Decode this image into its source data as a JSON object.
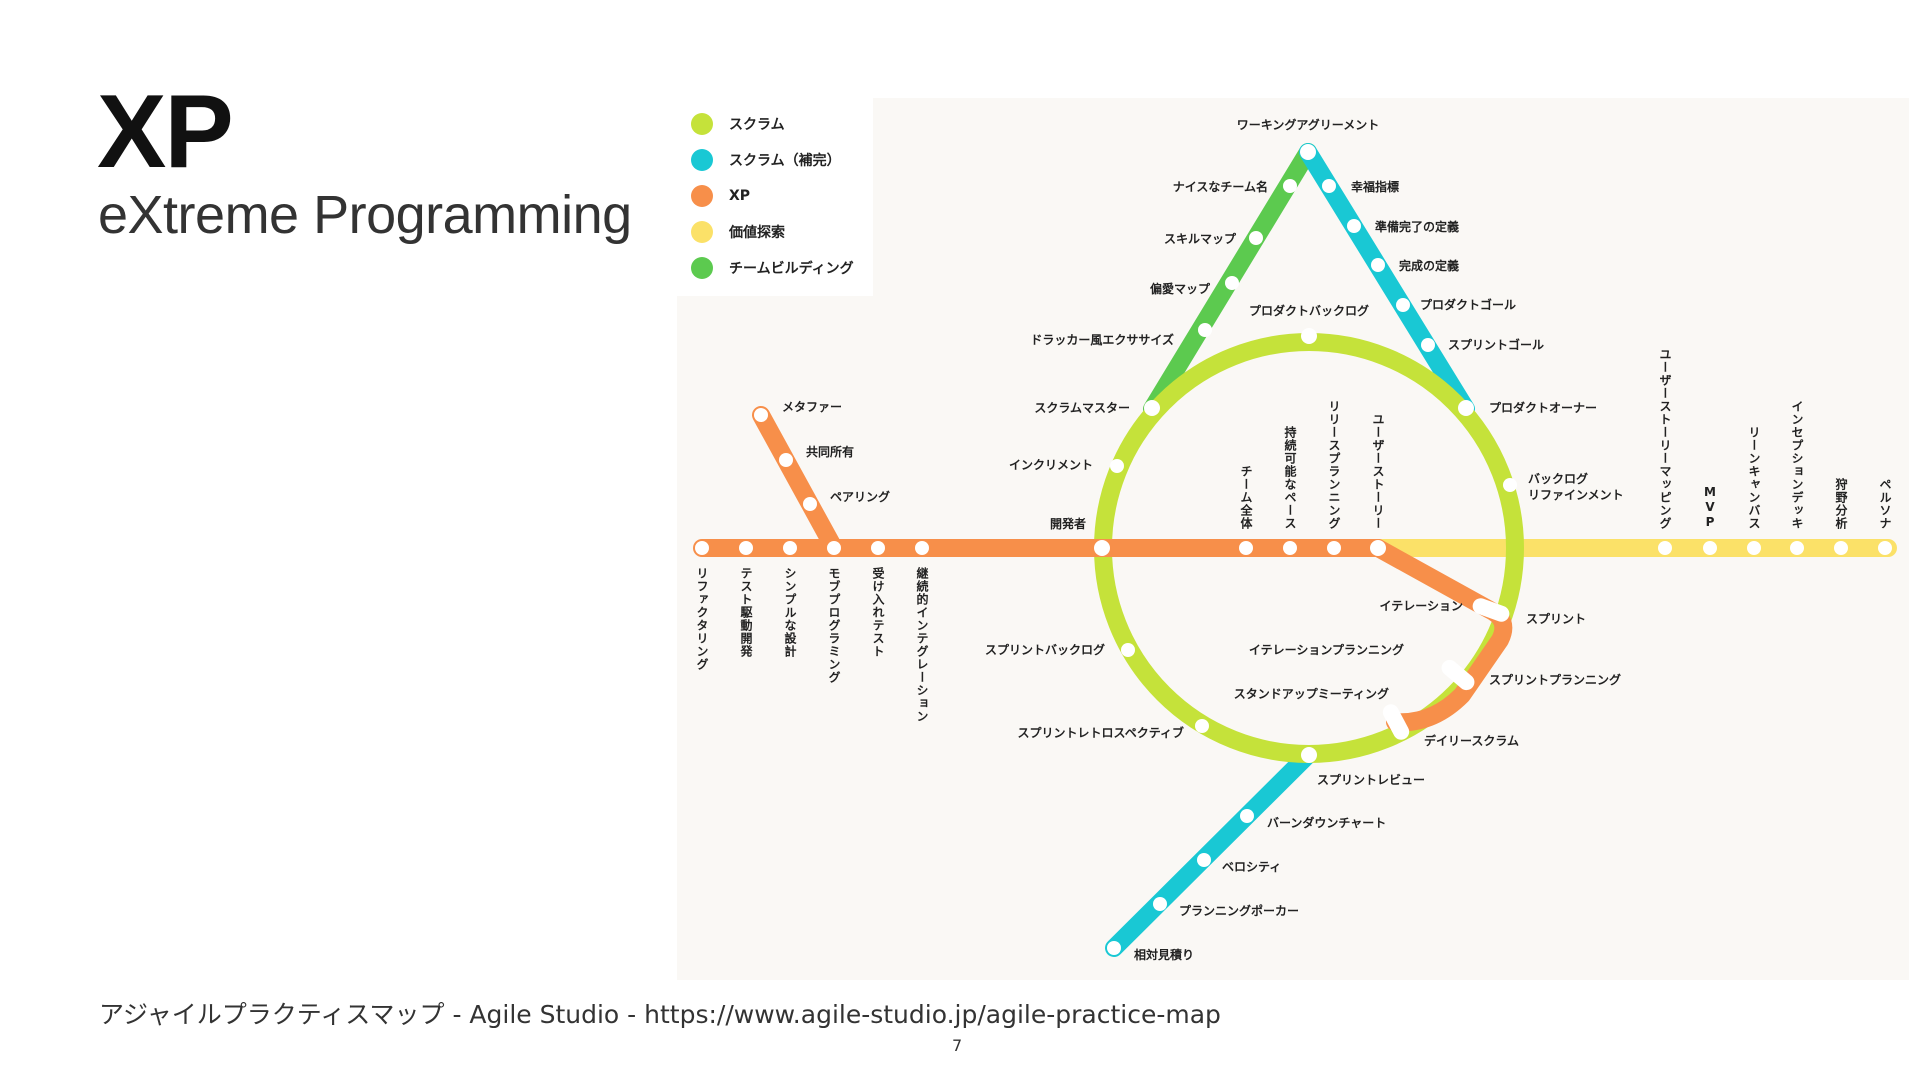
{
  "slide": {
    "title": "XP",
    "subtitle": "eXtreme Programming",
    "footer": "アジャイルプラクティスマップ - Agile Studio - https://www.agile-studio.jp/agile-practice-map",
    "page_number": "7"
  },
  "legend": [
    {
      "label": "スクラム",
      "color": "#c5e23a"
    },
    {
      "label": "スクラム（補完）",
      "color": "#19c8d4"
    },
    {
      "label": "XP",
      "color": "#f78f4a"
    },
    {
      "label": "価値探索",
      "color": "#fbe168"
    },
    {
      "label": "チームビルディング",
      "color": "#5cca4f"
    }
  ],
  "colors": {
    "scrum": "#c5e23a",
    "scrum_complement": "#19c8d4",
    "xp": "#f78f4a",
    "value": "#fbe168",
    "team": "#5cca4f"
  },
  "labels": {
    "working_agreement": "ワーキングアグリーメント",
    "nice_team_name": "ナイスなチーム名",
    "skill_map": "スキルマップ",
    "love_map": "偏愛マップ",
    "drucker": "ドラッカー風エクササイズ",
    "happiness": "幸福指標",
    "dor": "準備完了の定義",
    "dod": "完成の定義",
    "product_goal": "プロダクトゴール",
    "sprint_goal": "スプリントゴール",
    "product_backlog": "プロダクトバックログ",
    "product_owner": "プロダクトオーナー",
    "scrum_master": "スクラムマスター",
    "increment": "インクリメント",
    "developers": "開発者",
    "refinement_1": "バックログ",
    "refinement_2": "リファインメント",
    "sprint": "スプリント",
    "sprint_planning": "スプリントプランニング",
    "daily_scrum": "デイリースクラム",
    "sprint_review": "スプリントレビュー",
    "sprint_backlog": "スプリントバックログ",
    "sprint_retro": "スプリントレトロスペクティブ",
    "iteration": "イテレーション",
    "iteration_planning": "イテレーションプランニング",
    "standup": "スタンドアップミーティング",
    "metaphor": "メタファー",
    "collective_ownership": "共同所有",
    "pairing": "ペアリング",
    "burndown": "バーンダウンチャート",
    "velocity": "ベロシティ",
    "planning_poker": "プランニングポーカー",
    "relative_estimation": "相対見積り",
    "refactoring": "リファクタリング",
    "tdd": "テスト駆動開発",
    "simple_design": "シンプルな設計",
    "mob_programming": "モブプログラミング",
    "acceptance_test": "受け入れテスト",
    "ci": "継続的インテグレーション",
    "whole_team": "チーム全体",
    "sustainable_pace": "持続可能なペース",
    "release_planning": "リリースプランニング",
    "user_story": "ユーザーストーリー",
    "user_story_mapping": "ユーザーストーリーマッピング",
    "mvp": "MVP",
    "lean_canvas": "リーンキャンバス",
    "inception_deck": "インセプションデッキ",
    "hunting": "狩野分析",
    "persona": "ペルソナ"
  }
}
